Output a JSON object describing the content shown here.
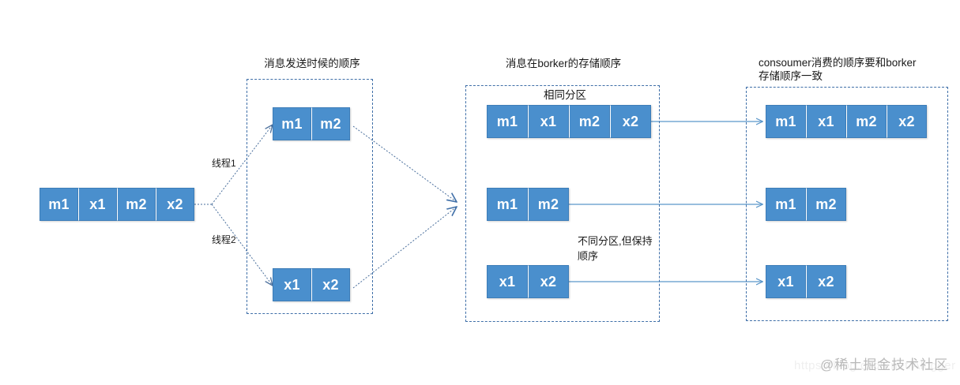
{
  "diagram": {
    "title_hidden": "",
    "groups": [
      {
        "id": "producer-send-order",
        "title": "消息发送时候的顺序",
        "sequences": [
          {
            "id": "thread1-seq",
            "cells": [
              "m1",
              "m2"
            ]
          },
          {
            "id": "thread2-seq",
            "cells": [
              "x1",
              "x2"
            ]
          }
        ]
      },
      {
        "id": "broker-store-order",
        "title": "消息在borker的存储顺序",
        "inner_label": "相同分区",
        "sequences": [
          {
            "id": "broker-partition-1",
            "cells": [
              "m1",
              "x1",
              "m2",
              "x2"
            ]
          },
          {
            "id": "broker-partition-2",
            "cells": [
              "m1",
              "m2"
            ]
          },
          {
            "id": "broker-partition-3",
            "cells": [
              "x1",
              "x2"
            ]
          }
        ],
        "note": "不同分区,但保持\n顺序"
      },
      {
        "id": "consumer-consume-order",
        "title": "consoumer消费的顺序要和borker\n存储顺序一致",
        "sequences": [
          {
            "id": "consumer-partition-1",
            "cells": [
              "m1",
              "x1",
              "m2",
              "x2"
            ]
          },
          {
            "id": "consumer-partition-2",
            "cells": [
              "m1",
              "m2"
            ]
          },
          {
            "id": "consumer-partition-3",
            "cells": [
              "x1",
              "x2"
            ]
          }
        ]
      }
    ],
    "source_sequence": {
      "id": "source-seq",
      "cells": [
        "m1",
        "x1",
        "m2",
        "x2"
      ]
    },
    "edge_labels": [
      {
        "id": "thread-1-label",
        "text": "线程1"
      },
      {
        "id": "thread-2-label",
        "text": "线程2"
      }
    ]
  },
  "watermark": {
    "text": "@稀土掘金技术社区",
    "url": "https://blog.csdn.net/Alogger"
  },
  "colors": {
    "cell_fill": "#4a8fcd",
    "cell_border": "#3d7db8",
    "group_border": "#3f6fa8",
    "arrow_solid": "#5b96c9",
    "arrow_dotted": "#5b7fa8",
    "text": "#1a1a1a"
  }
}
